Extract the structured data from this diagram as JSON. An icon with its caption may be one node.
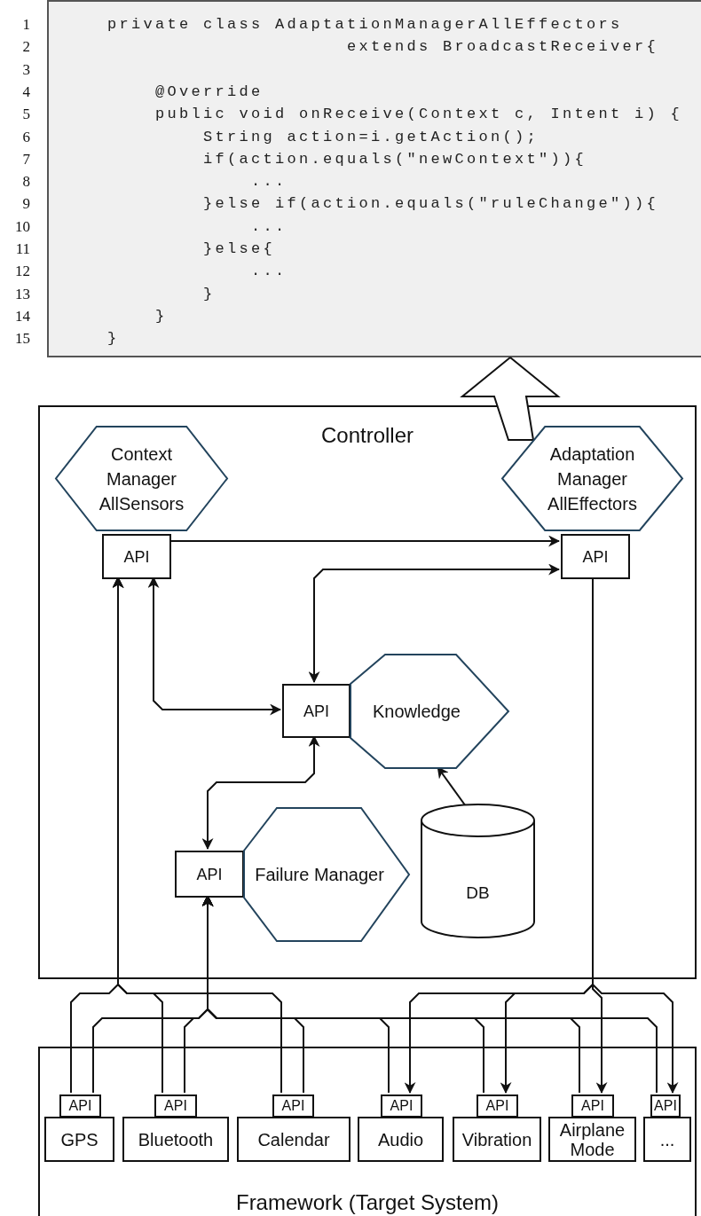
{
  "diagram": {
    "nodes": [
      {
        "text": [
          "private class AdaptationManagerAllEffectors",
          "extends BroadcastReceiver{",
          "@Override",
          "public void onReceive(Context c, Intent i) {",
          "String action=i.getAction();",
          "if(action.equals(\"newContext\")){",
          "...",
          "}else if(action.equals(\"ruleChange\")){",
          "...",
          "}else{",
          "...",
          "}",
          "}",
          "}"
        ]
      },
      {
        "text": [
          "Controller"
        ]
      },
      {
        "text": [
          "Context Manager AllSensors"
        ],
        "in": 1
      },
      {
        "text": [
          "API"
        ],
        "in": 1
      },
      {
        "text": [
          "Adaptation Manager AllEffectors"
        ],
        "in": 1
      },
      {
        "text": [
          "API"
        ],
        "in": 1
      },
      {
        "text": [
          "API"
        ],
        "in": 1
      },
      {
        "text": [
          "Knowledge"
        ],
        "in": 1
      },
      {
        "text": [
          "API"
        ],
        "in": 1
      },
      {
        "text": [
          "Failure Manager"
        ],
        "in": 1
      },
      {
        "text": [
          "DB"
        ],
        "in": 1
      },
      {
        "text": [
          "Framework (Target System)"
        ]
      },
      {
        "text": [
          "API"
        ],
        "in": 11
      },
      {
        "text": [
          "GPS"
        ],
        "in": 11
      },
      {
        "text": [
          "API"
        ],
        "in": 11
      },
      {
        "text": [
          "Bluetooth"
        ],
        "in": 11
      },
      {
        "text": [
          "API"
        ],
        "in": 11
      },
      {
        "text": [
          "Calendar"
        ],
        "in": 11
      },
      {
        "text": [
          "API"
        ],
        "in": 11
      },
      {
        "text": [
          "Audio"
        ],
        "in": 11
      },
      {
        "text": [
          "API"
        ],
        "in": 11
      },
      {
        "text": [
          "Vibration"
        ],
        "in": 11
      },
      {
        "text": [
          "API"
        ],
        "in": 11
      },
      {
        "text": [
          "Airplane Mode"
        ],
        "in": 11
      },
      {
        "text": [
          "API"
        ],
        "in": 11
      },
      {
        "text": [
          "..."
        ],
        "in": 11
      }
    ],
    "edges": [
      {
        "from": 4,
        "to": 0,
        "arrow": "to",
        "style": "thick"
      },
      {
        "from": 3,
        "to": 5,
        "arrow": "to"
      },
      {
        "from": 5,
        "to": 6,
        "arrow": "both"
      },
      {
        "from": 3,
        "to": 6,
        "arrow": "both"
      },
      {
        "from": 6,
        "to": 8,
        "arrow": "both"
      },
      {
        "from": 7,
        "to": 10,
        "arrow": "both"
      },
      {
        "from": 12,
        "to": 3,
        "arrow": "to"
      },
      {
        "from": 14,
        "to": 3,
        "arrow": "to"
      },
      {
        "from": 16,
        "to": 3,
        "arrow": "to"
      },
      {
        "from": 12,
        "to": 8,
        "arrow": "to"
      },
      {
        "from": 14,
        "to": 8,
        "arrow": "to"
      },
      {
        "from": 16,
        "to": 8,
        "arrow": "to"
      },
      {
        "from": 18,
        "to": 8,
        "arrow": "to"
      },
      {
        "from": 20,
        "to": 8,
        "arrow": "to"
      },
      {
        "from": 22,
        "to": 8,
        "arrow": "to"
      },
      {
        "from": 24,
        "to": 8,
        "arrow": "to"
      },
      {
        "from": 5,
        "to": 18,
        "arrow": "to"
      },
      {
        "from": 5,
        "to": 20,
        "arrow": "to"
      },
      {
        "from": 5,
        "to": 22,
        "arrow": "to"
      },
      {
        "from": 5,
        "to": 24,
        "arrow": "to"
      }
    ],
    "labels": [
      "1",
      "2",
      "3",
      "4",
      "5",
      "6",
      "7",
      "8",
      "9",
      "10",
      "11",
      "12",
      "13",
      "14",
      "15"
    ]
  }
}
